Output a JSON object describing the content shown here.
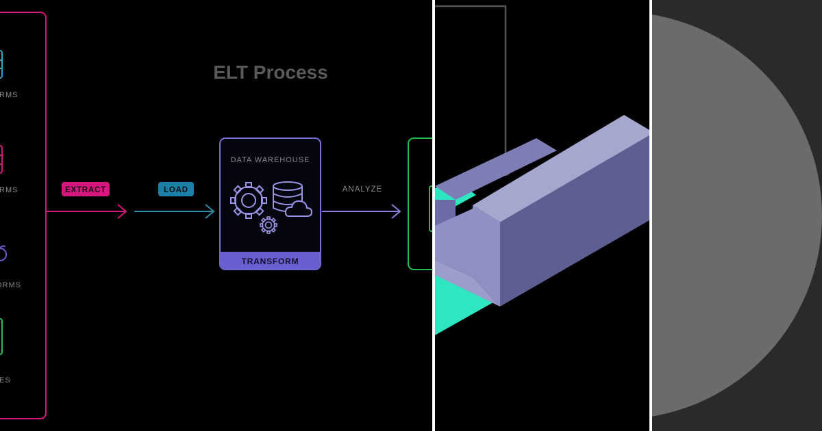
{
  "diagram": {
    "title": "ELT Process",
    "sources": [
      {
        "label": "RMS",
        "color": "#2aa6c4"
      },
      {
        "label": "RMS",
        "color": "#d6187e"
      },
      {
        "label": "ORMS",
        "color": "#6a5acd"
      },
      {
        "label": "ES",
        "color": "#1fbf4f"
      }
    ],
    "steps": {
      "extract": "EXTRACT",
      "load": "LOAD",
      "analyze": "ANALYZE"
    },
    "warehouse": {
      "title": "DATA WAREHOUSE",
      "transform": "TRANSFORM"
    },
    "icons": [
      "gear-icon",
      "database-icon",
      "cloud-icon"
    ]
  },
  "colors": {
    "sources_border": "#d6187e",
    "extract_badge": "#d6187e",
    "load_badge": "#1c7fa8",
    "load_arrow": "#2a8ea8",
    "warehouse_border": "#7c6fd6",
    "transform_bar": "#6a5fd0",
    "analyze_arrow": "#8d7fe0",
    "output_border": "#1fbf4f",
    "block_top": "#a6a7cf",
    "block_side": "#5d5e92",
    "teal_base": "#2ee6c0",
    "disc": "#6b6b6b"
  }
}
